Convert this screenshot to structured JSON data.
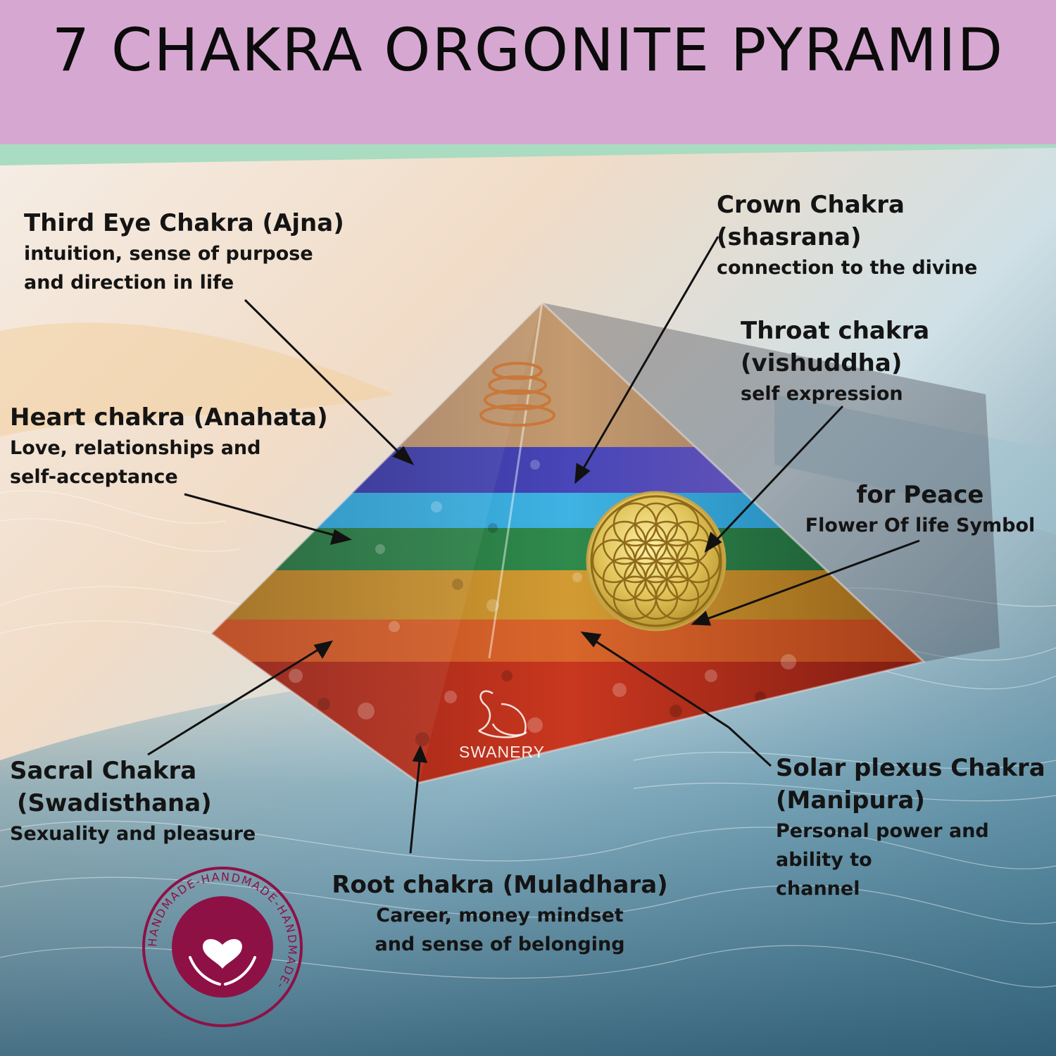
{
  "title": "7 CHAKRA ORGONITE PYRAMID",
  "brand": "SWANERY",
  "badge_text": "HANDMADE-HANDMADE-HANDMADE-",
  "colors": {
    "header": "#d6a8d1",
    "strip": "#a9dcc1",
    "badge": "#8e1146"
  },
  "annotations": {
    "third_eye": {
      "heading": "Third Eye Chakra (Ajna)",
      "lines": [
        "intuition, sense of purpose",
        "and direction in life"
      ]
    },
    "heart": {
      "heading": "Heart chakra (Anahata)",
      "lines": [
        "Love, relationships and",
        "self-acceptance"
      ]
    },
    "sacral": {
      "heading_lines": [
        "Sacral Chakra",
        "(Swadisthana)"
      ],
      "lines": [
        "Sexuality and pleasure"
      ]
    },
    "crown": {
      "heading_lines": [
        "Crown Chakra",
        "(shasrana)"
      ],
      "lines": [
        "connection to the divine"
      ]
    },
    "throat": {
      "heading_lines": [
        "Throat chakra",
        "(vishuddha)"
      ],
      "lines": [
        "self expression"
      ]
    },
    "peace": {
      "heading": "for Peace",
      "lines": [
        "Flower Of life Symbol"
      ]
    },
    "solar": {
      "heading_lines": [
        "Solar plexus Chakra",
        "(Manipura)"
      ],
      "lines": [
        "Personal power and",
        "ability to",
        "channel"
      ]
    },
    "root": {
      "heading": "Root chakra (Muladhara)",
      "lines": [
        "Career, money mindset",
        "and sense of belonging"
      ]
    }
  }
}
